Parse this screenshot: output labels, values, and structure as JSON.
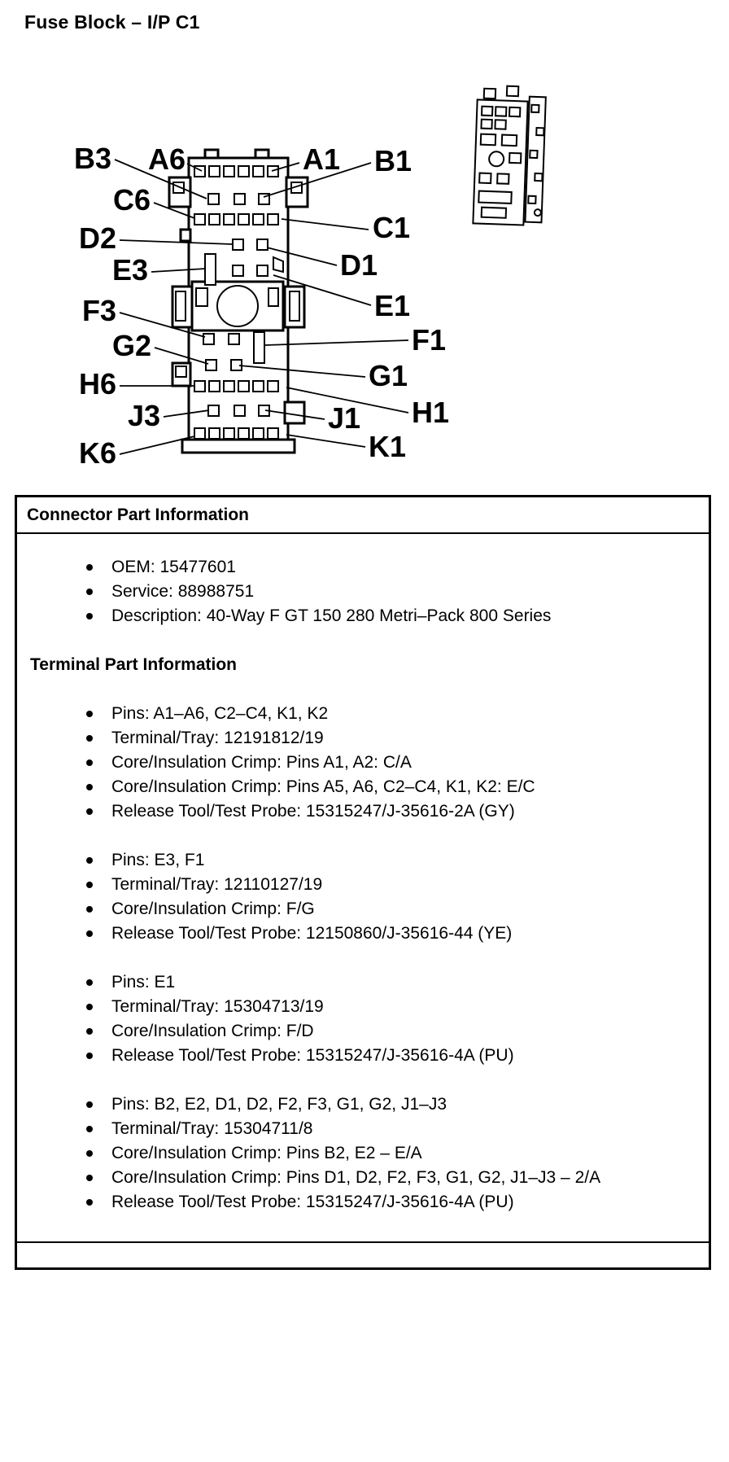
{
  "page": {
    "title": "Fuse Block – I/P C1"
  },
  "diagram": {
    "callouts": [
      "B3",
      "A6",
      "A1",
      "B1",
      "C6",
      "C1",
      "D2",
      "D1",
      "E3",
      "E1",
      "F3",
      "F1",
      "G2",
      "G1",
      "H6",
      "H1",
      "J3",
      "J1",
      "K6",
      "K1"
    ]
  },
  "panel": {
    "connector": {
      "title": "Connector Part Information",
      "items": [
        "OEM: 15477601",
        "Service: 88988751",
        "Description: 40-Way F GT 150 280 Metri–Pack 800 Series"
      ]
    },
    "terminal": {
      "title": "Terminal Part Information",
      "groups": [
        [
          "Pins: A1–A6, C2–C4, K1, K2",
          "Terminal/Tray: 12191812/19",
          "Core/Insulation Crimp: Pins A1, A2: C/A",
          "Core/Insulation Crimp: Pins A5, A6, C2–C4, K1, K2: E/C",
          "Release Tool/Test Probe: 15315247/J-35616-2A (GY)"
        ],
        [
          "Pins: E3, F1",
          "Terminal/Tray: 12110127/19",
          "Core/Insulation Crimp: F/G",
          "Release Tool/Test Probe: 12150860/J-35616-44 (YE)"
        ],
        [
          "Pins: E1",
          "Terminal/Tray: 15304713/19",
          "Core/Insulation Crimp: F/D",
          "Release Tool/Test Probe: 15315247/J-35616-4A (PU)"
        ],
        [
          "Pins: B2, E2, D1, D2, F2, F3, G1, G2, J1–J3",
          "Terminal/Tray: 15304711/8",
          "Core/Insulation Crimp: Pins B2, E2 – E/A",
          "Core/Insulation Crimp: Pins D1, D2, F2, F3, G1, G2, J1–J3 – 2/A",
          "Release Tool/Test Probe: 15315247/J-35616-4A (PU)"
        ]
      ]
    }
  }
}
